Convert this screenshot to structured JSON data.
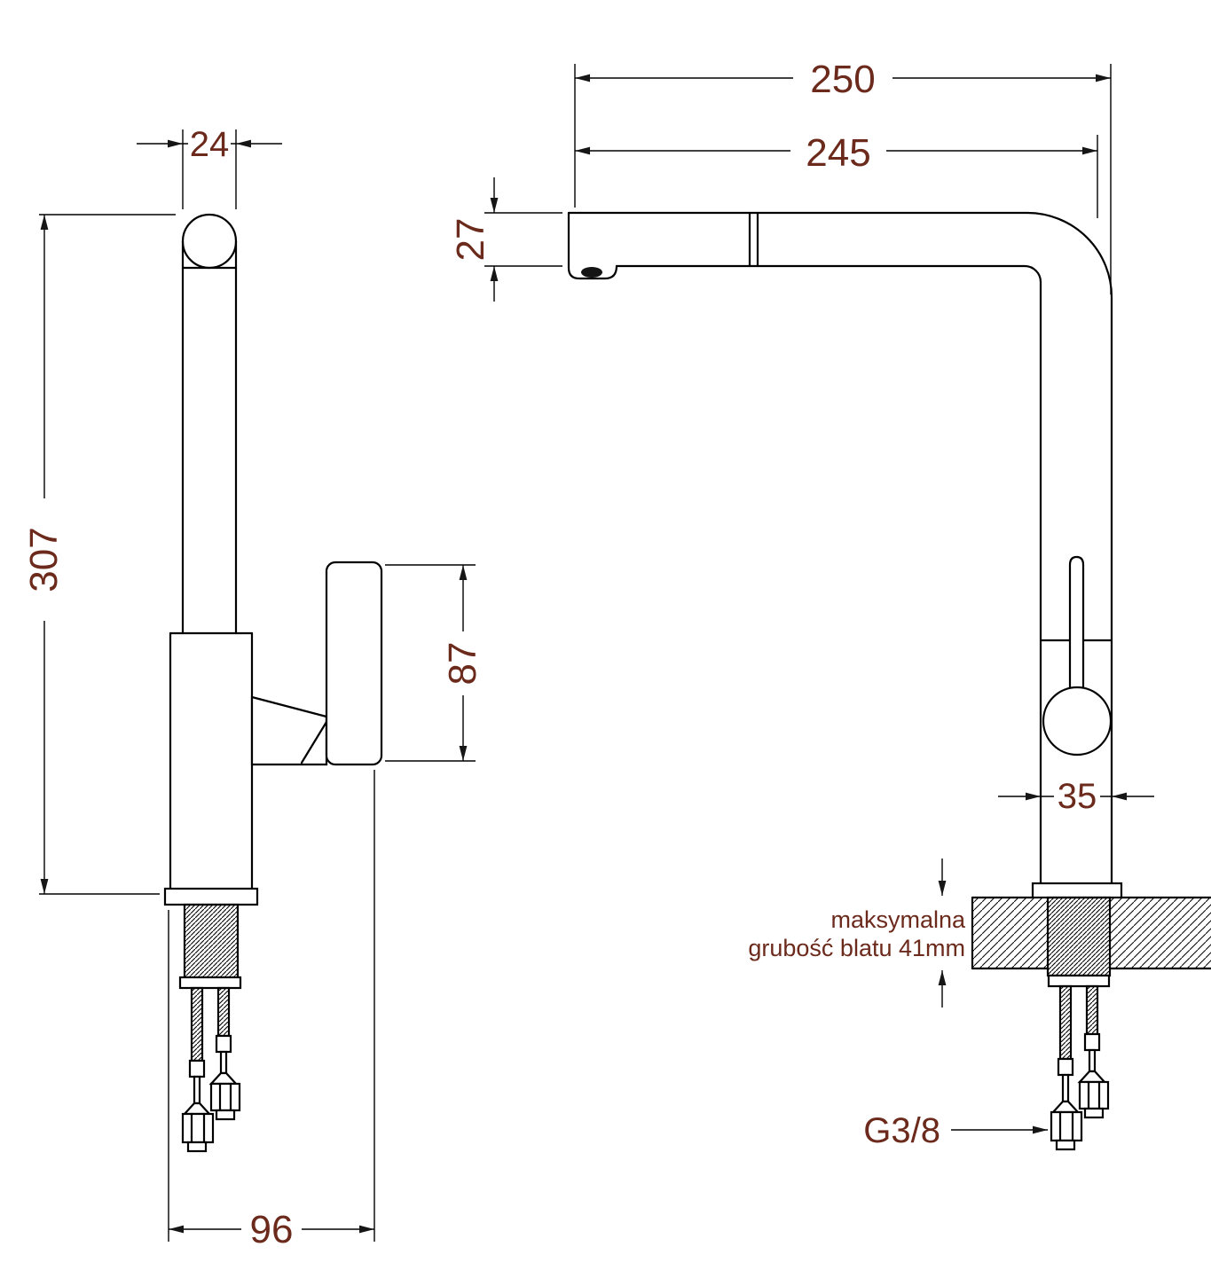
{
  "drawing": {
    "type": "technical-drawing",
    "subject": "kitchen faucet with pull-out spout, side and front views",
    "background": "#ffffff"
  },
  "colors": {
    "line": "#000000",
    "dimension_text": "#6b2a1b"
  },
  "side_view": {
    "dim_width_top": "24",
    "dim_height": "307",
    "dim_handle": "87",
    "dim_depth": "96"
  },
  "front_view": {
    "dim_reach_total": "250",
    "dim_reach": "245",
    "dim_spout_height": "27",
    "dim_body_width": "35",
    "note_line1": "maksymalna",
    "note_line2": "grubość blatu 41mm",
    "thread_label": "G3/8"
  }
}
